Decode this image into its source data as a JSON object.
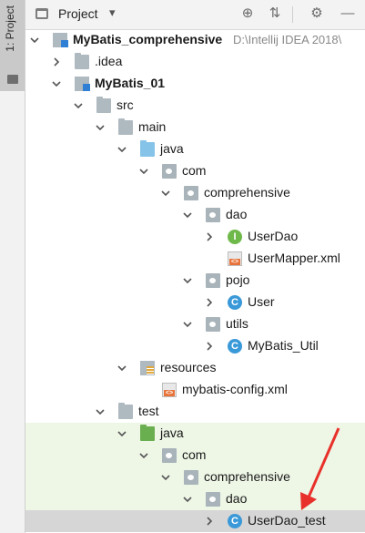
{
  "side_tab": {
    "label": "1: Project"
  },
  "toolbar": {
    "title": "Project",
    "dropdown": "▾",
    "buttons": {
      "locate": "⊕",
      "collapse": "⇅",
      "settings": "⚙",
      "hide": "—"
    }
  },
  "tree": {
    "root": {
      "label": "MyBatis_comprehensive",
      "path": "D:\\Intellij IDEA 2018\\"
    },
    "idea": {
      "label": ".idea"
    },
    "module": {
      "label": "MyBatis_01"
    },
    "src": {
      "label": "src"
    },
    "main": {
      "label": "main"
    },
    "java_main": {
      "label": "java"
    },
    "com_main": {
      "label": "com"
    },
    "comprehensive_main": {
      "label": "comprehensive"
    },
    "dao_main": {
      "label": "dao"
    },
    "userdao": {
      "label": "UserDao",
      "badge": "I"
    },
    "usermapper": {
      "label": "UserMapper.xml"
    },
    "pojo": {
      "label": "pojo"
    },
    "user": {
      "label": "User",
      "badge": "C"
    },
    "utils": {
      "label": "utils"
    },
    "mybatis_util": {
      "label": "MyBatis_Util",
      "badge": "C"
    },
    "resources": {
      "label": "resources"
    },
    "mybatis_config": {
      "label": "mybatis-config.xml"
    },
    "test": {
      "label": "test"
    },
    "java_test": {
      "label": "java"
    },
    "com_test": {
      "label": "com"
    },
    "comprehensive_test": {
      "label": "comprehensive"
    },
    "dao_test": {
      "label": "dao"
    },
    "userdao_test": {
      "label": "UserDao_test",
      "badge": "C"
    }
  },
  "colors": {
    "selection": "#d6d6d6",
    "test_source_bg": "#eef6e6",
    "arrow": "#e8312a",
    "class_icon": "#3a99d8",
    "interface_icon": "#6fb94b"
  }
}
